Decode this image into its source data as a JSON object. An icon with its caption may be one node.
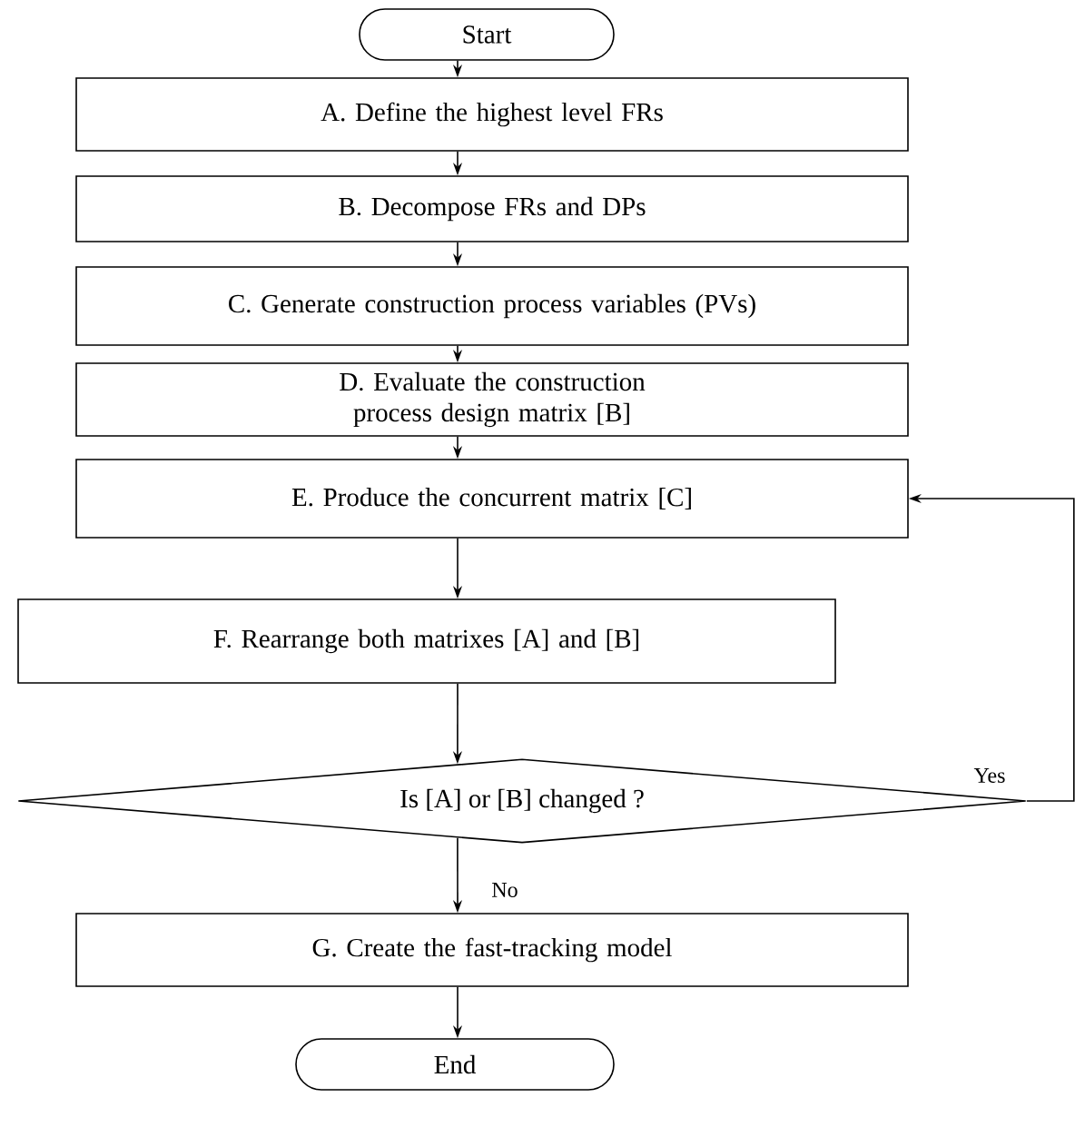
{
  "diagram": {
    "nodes": [
      {
        "text": [
          "Start"
        ]
      },
      {
        "text": [
          "A. Define the highest level FRs"
        ]
      },
      {
        "text": [
          "B. Decompose  FRs and DPs"
        ]
      },
      {
        "text": [
          "C. Generate  construction process variables (PVs)"
        ]
      },
      {
        "text": [
          "D. Evaluate the construction process design matrix [B]"
        ]
      },
      {
        "text": [
          "E. Produce the concurrent matrix [C]"
        ]
      },
      {
        "text": [
          "F. Rearrange both matrixes [A] and [B]"
        ]
      },
      {
        "text": [
          "Is [A] or [B] changed ?"
        ]
      },
      {
        "text": [
          "G. Create the fast-tracking model"
        ]
      },
      {
        "text": [
          "End"
        ]
      }
    ],
    "edges": [
      {
        "from": 0,
        "to": 1,
        "arrow": "to"
      },
      {
        "from": 1,
        "to": 2,
        "arrow": "to"
      },
      {
        "from": 2,
        "to": 3,
        "arrow": "to"
      },
      {
        "from": 3,
        "to": 4,
        "arrow": "to"
      },
      {
        "from": 4,
        "to": 5,
        "arrow": "to"
      },
      {
        "from": 5,
        "to": 6,
        "arrow": "to"
      },
      {
        "from": 6,
        "to": 7,
        "arrow": "to"
      },
      {
        "from": 7,
        "to": 5,
        "arrow": "to",
        "label": "Yes"
      },
      {
        "from": 7,
        "to": 8,
        "arrow": "to",
        "label": "No"
      },
      {
        "from": 8,
        "to": 9,
        "arrow": "to"
      }
    ]
  }
}
